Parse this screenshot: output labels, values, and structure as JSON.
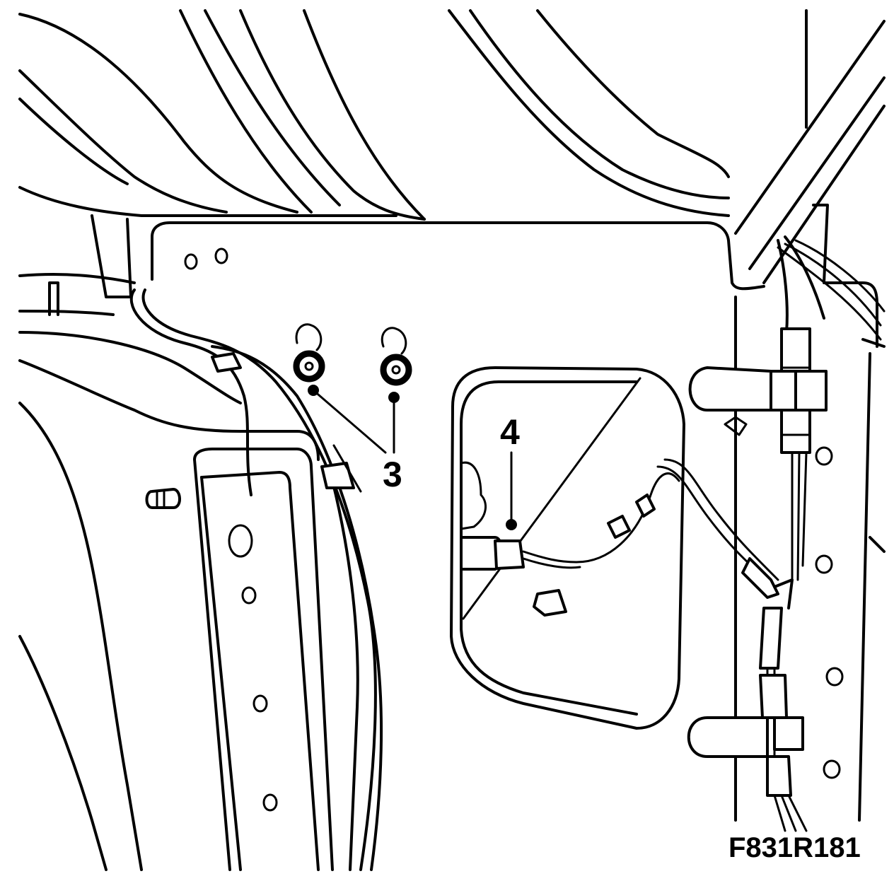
{
  "callouts": {
    "fasteners": "3",
    "connector": "4"
  },
  "figure_id": "F831R181"
}
